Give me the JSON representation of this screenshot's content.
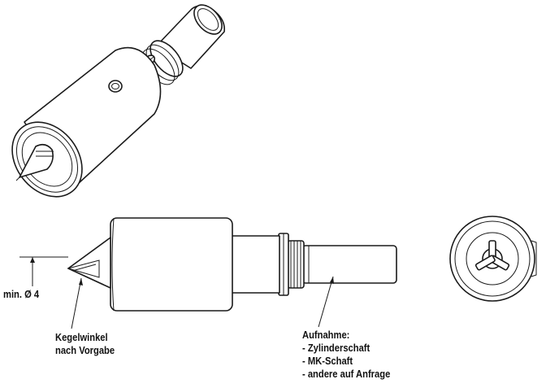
{
  "labels": {
    "diameter": "min. Ø 4",
    "cone_angle_line1": "Kegelwinkel",
    "cone_angle_line2": "nach Vorgabe",
    "mount_title": "Aufnahme:",
    "mount_option1": "- Zylinderschaft",
    "mount_option2": "- MK-Schaft",
    "mount_option3": "- andere auf Anfrage"
  }
}
